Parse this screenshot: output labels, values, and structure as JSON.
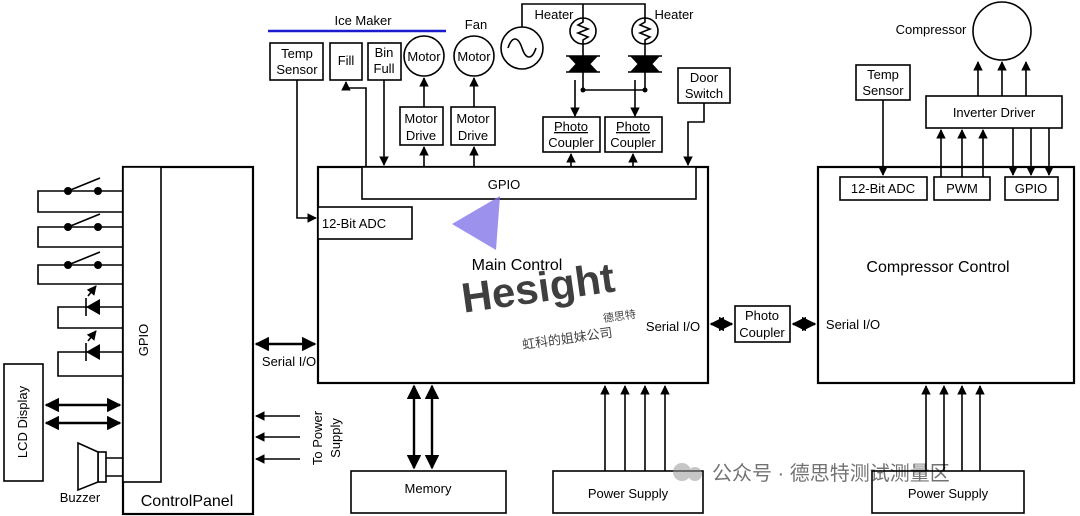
{
  "labels": {
    "ice_maker": "Ice Maker",
    "fan": "Fan",
    "heater_1": "Heater",
    "heater_2": "Heater",
    "compressor": "Compressor",
    "temp_1": "Temp",
    "sensor_1": "Sensor",
    "fill": "Fill",
    "bin": "Bin",
    "full": "Full",
    "motor_1": "Motor",
    "motor_2": "Motor",
    "motor_drive_1a": "Motor",
    "motor_drive_1b": "Drive",
    "motor_drive_2a": "Motor",
    "motor_drive_2b": "Drive",
    "photo_1": "Photo",
    "coupler_1": "Coupler",
    "photo_2": "Photo",
    "coupler_2": "Coupler",
    "door": "Door",
    "switch": "Switch",
    "gpio_main": "GPIO",
    "adc_main": "12-Bit ADC",
    "main_control": "Main Control",
    "serial_main_right": "Serial I/O",
    "serial_main_left": "Serial I/O",
    "photo_3": "Photo",
    "coupler_3": "Coupler",
    "serial_comp": "Serial I/O",
    "temp_2": "Temp",
    "sensor_2": "Sensor",
    "inverter_driver": "Inverter Driver",
    "adc_comp": "12-Bit ADC",
    "pwm": "PWM",
    "gpio_comp": "GPIO",
    "compressor_control": "Compressor Control",
    "gpio_panel": "GPIO",
    "control_panel": "ControlPanel",
    "lcd_display": "LCD Display",
    "buzzer": "Buzzer",
    "to_power_supply_1": "To Power",
    "to_power_supply_2": "Supply",
    "memory": "Memory",
    "power_supply_main": "Power Supply",
    "power_supply_comp": "Power Supply"
  },
  "watermark": {
    "brand": "Hesight",
    "sub": "虹科的姐妹公司",
    "seal": "德思特",
    "footer": "公众号 · 德思特测试测量区"
  },
  "colors": {
    "ice_maker_bar": "#1a1ad0",
    "watermark": "#7b6ee8"
  }
}
